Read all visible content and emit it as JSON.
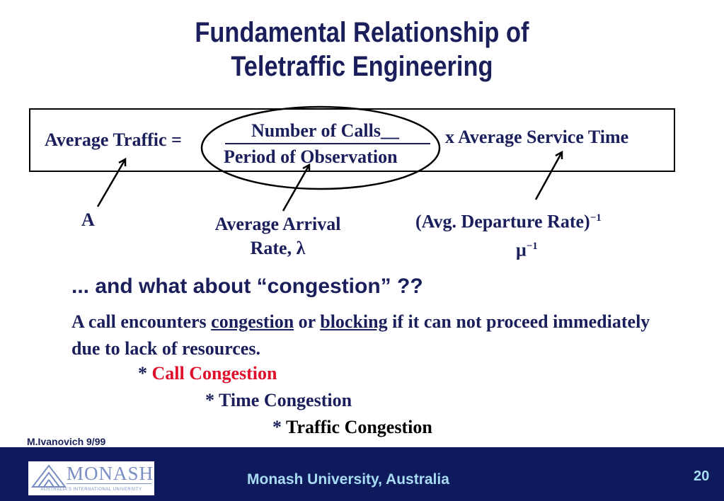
{
  "title": {
    "line1": "Fundamental Relationship of",
    "line2": "Teletraffic Engineering"
  },
  "formula": {
    "lhs": "Average Traffic =",
    "numerator": "Number of Calls__",
    "denominator": "Period of Observation",
    "rhs": "x Average Service Time"
  },
  "annotations": {
    "a": "A",
    "arrival_line1": "Average Arrival",
    "arrival_line2": "Rate, λ",
    "departure_text": "(Avg. Departure Rate)",
    "departure_exp": "−1",
    "mu": "μ",
    "mu_exp": "−1"
  },
  "question": "... and what about “congestion” ??",
  "paragraph": {
    "part1": "A call encounters ",
    "congestion": "congestion",
    "part2": " or ",
    "blocking": "blocking",
    "part3": " if it can not proceed immediately due to lack of resources."
  },
  "list": [
    {
      "bullet": "* ",
      "label": "Call Congestion"
    },
    {
      "bullet": "* ",
      "label": "Time Congestion"
    },
    {
      "bullet": "* ",
      "label": "Traffic Congestion"
    }
  ],
  "author": "M.Ivanovich 9/99",
  "footer": {
    "university": "Monash University, Australia",
    "page_number": "20",
    "logo_word": "MONASH",
    "logo_tagline": "AUSTRALIA'S INTERNATIONAL UNIVERSITY"
  },
  "colors": {
    "navy": "#1a1f5c",
    "highlight_red": "#e0102c",
    "footer_bg": "#0f1a5c",
    "footer_text": "#a8dcf4"
  }
}
